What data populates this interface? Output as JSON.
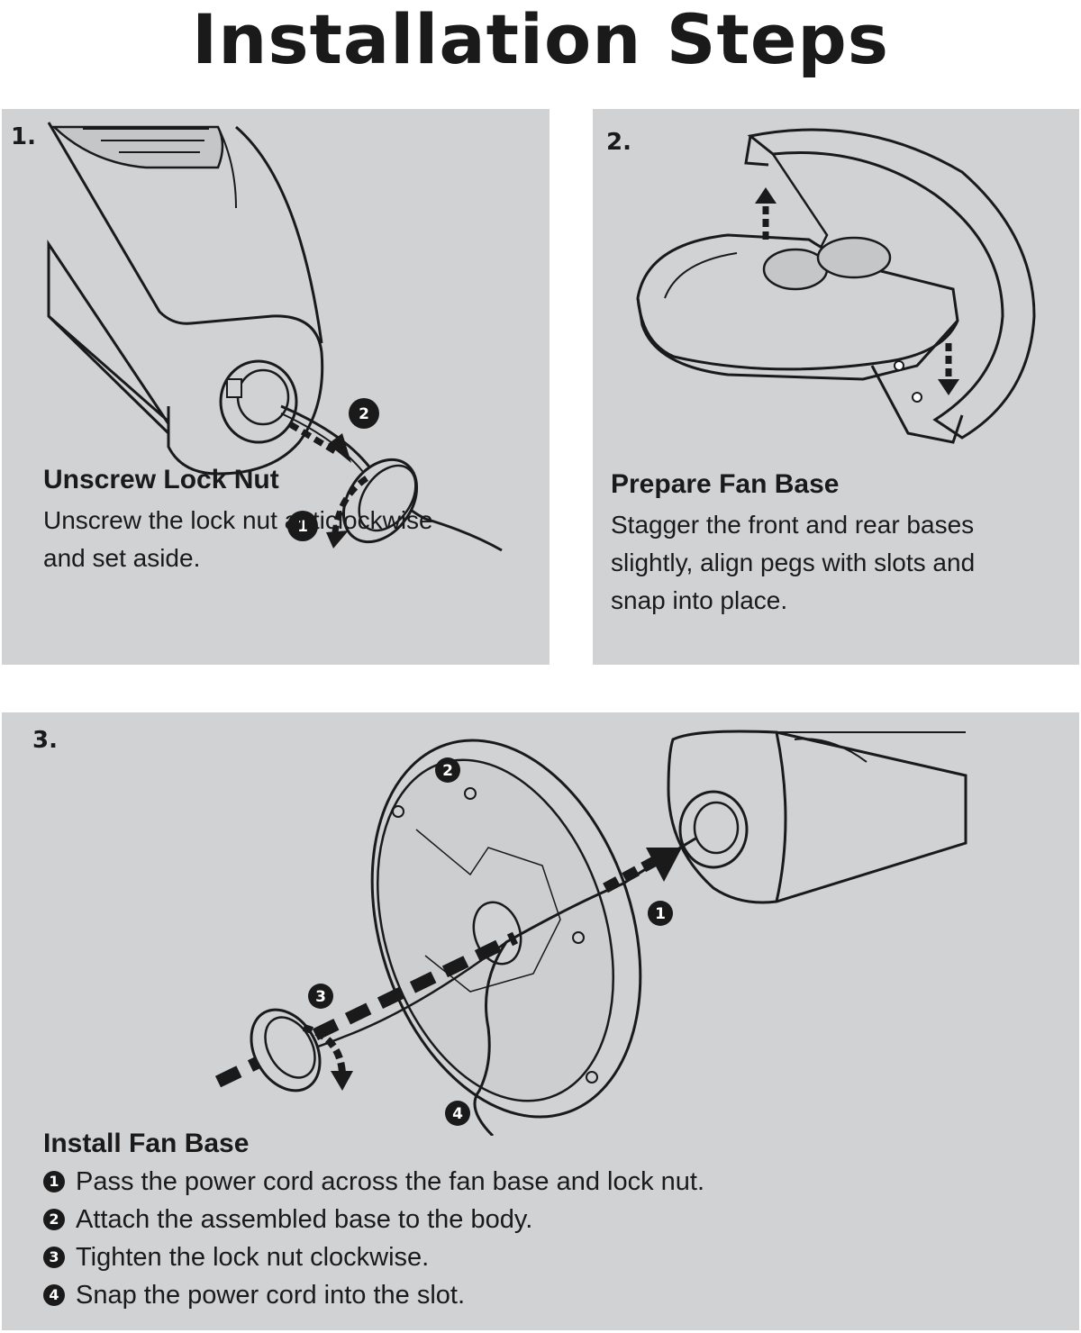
{
  "title": "Installation Steps",
  "steps": [
    {
      "number": "1.",
      "heading": "Unscrew Lock Nut",
      "lines": [
        "Unscrew the lock nut anticlockwise",
        "and set aside."
      ],
      "callouts": [
        "1",
        "2"
      ]
    },
    {
      "number": "2.",
      "heading": "Prepare Fan Base",
      "lines": [
        "Stagger the front and rear bases",
        "slightly, align pegs with slots and",
        "snap into place."
      ]
    },
    {
      "number": "3.",
      "heading": "Install Fan Base",
      "callouts": [
        "1",
        "2",
        "3",
        "4"
      ],
      "items": [
        {
          "marker": "1",
          "text": "Pass the power cord across the fan base and lock nut."
        },
        {
          "marker": "2",
          "text": "Attach the assembled base to the body."
        },
        {
          "marker": "3",
          "text": "Tighten the lock nut clockwise."
        },
        {
          "marker": "4",
          "text": "Snap the power cord into the slot."
        }
      ]
    }
  ],
  "colors": {
    "panel": "#d1d2d4",
    "ink": "#1a1a1a",
    "paper": "#ffffff"
  }
}
